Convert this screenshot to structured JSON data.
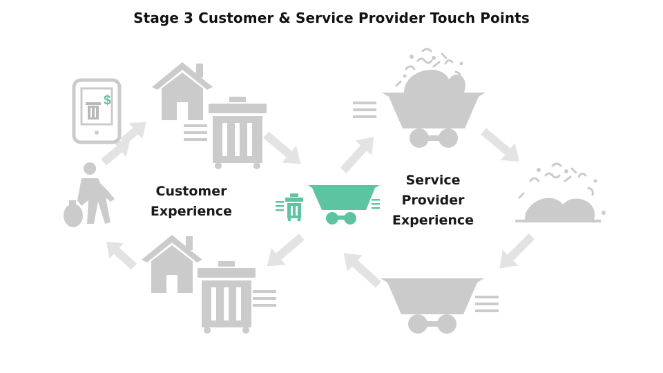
{
  "title": "Stage 3 Customer & Service Provider Touch Points",
  "labels": {
    "customer_line1": "Customer",
    "customer_line2": "Experience",
    "provider_line1": "Service",
    "provider_line2": "Provider",
    "provider_line3": "Experience"
  },
  "colors": {
    "gray": "#cbcbcb",
    "arrow": "#e3e3e3",
    "accent": "#5cc4a0"
  },
  "icons": {
    "phone_symbol": "$"
  }
}
